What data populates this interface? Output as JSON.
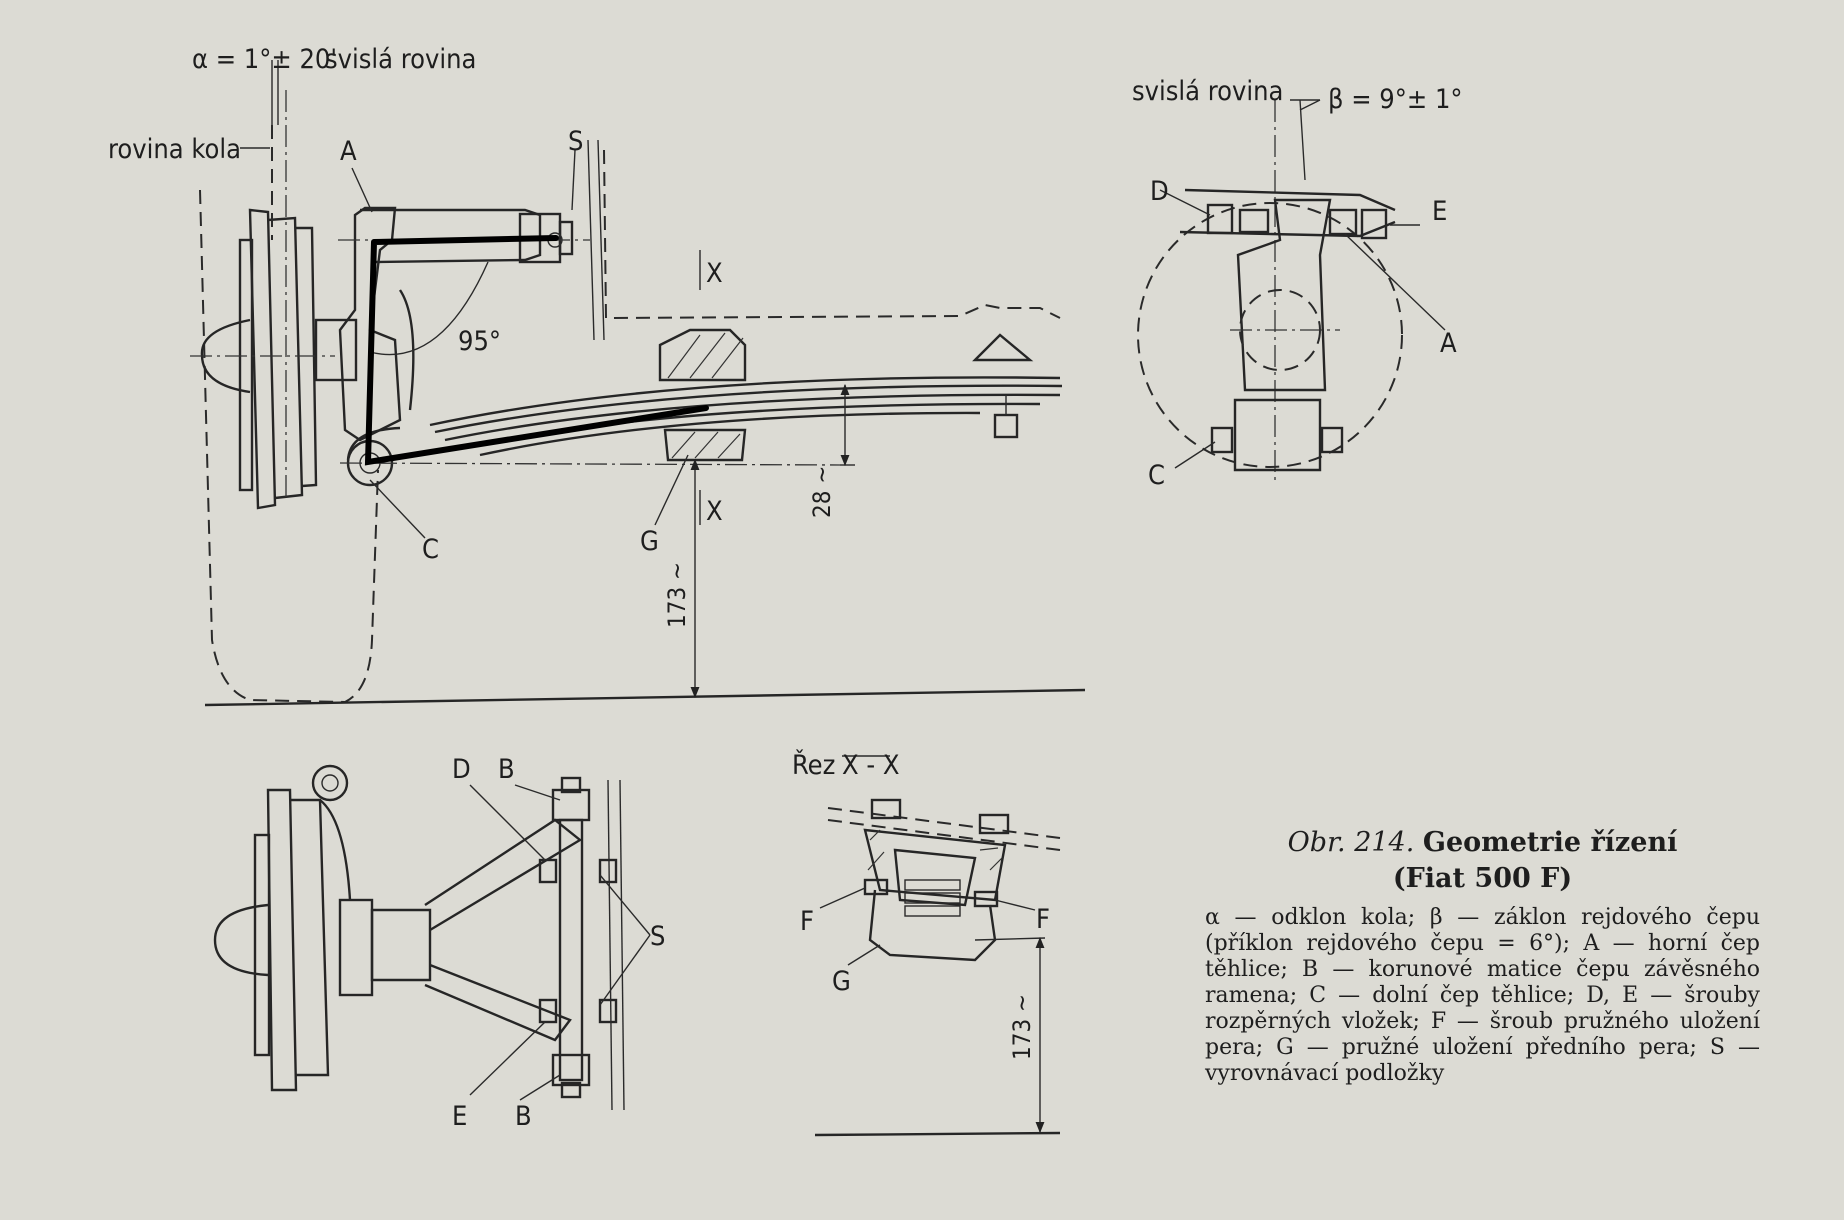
{
  "labels": {
    "alpha_eq": "α = 1°± 20'",
    "svisla_rovina_left": "svislá rovina",
    "rovina_kola": "rovina kola",
    "A": "A",
    "S": "S",
    "C": "C",
    "X": "X",
    "G": "G",
    "angle_95": "95°",
    "dim_28": "28 ~",
    "dim_173": "173 ~",
    "svisla_rovina_right": "svislá rovina",
    "beta_eq": "β = 9°± 1°",
    "D": "D",
    "E": "E",
    "B": "B",
    "F": "F",
    "rez_prefix": "Řez",
    "rez_section": "X - X"
  },
  "caption": {
    "obr": "Obr. 214.",
    "title_main": "Geometrie řízení",
    "title_sub": "(Fiat 500 F)",
    "legend": "α — odklon kola; β — záklon rejdového čepu (příklon rejdového čepu = 6°); A — horní čep těhlice; B — korunové matice čepu závěsného ramena; C — dolní čep těhlice; D, E — šrouby rozpěrných vložek; F — šroub pružného uložení pera; G — pružné uložení předního pera; S — vyrovnávací podložky"
  }
}
